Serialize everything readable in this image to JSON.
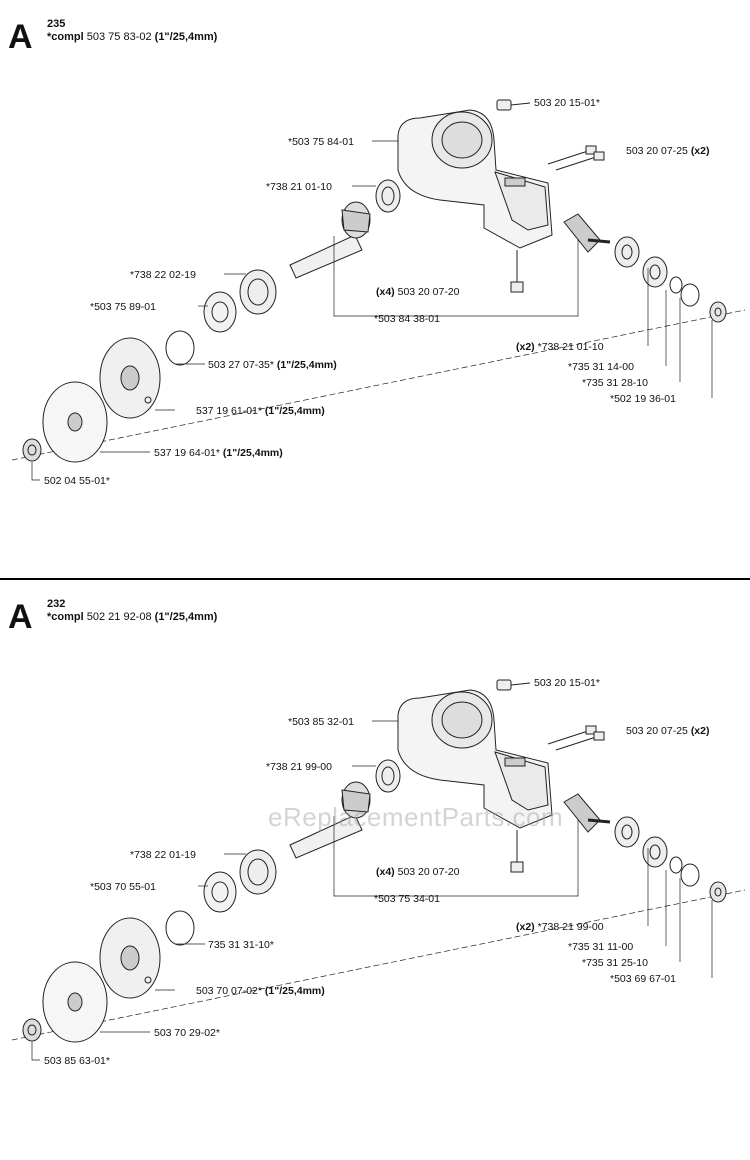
{
  "sections": [
    {
      "letter": "A",
      "model": "235",
      "compl_prefix": "*compl",
      "compl_number": "503 75 83-02",
      "compl_size": "(1\"/25,4mm)",
      "labels": {
        "bolt_top": "503 20 15-01*",
        "housing": "*503 75 84-01",
        "screws": "503 20 07-25",
        "screws_qty": "(x2)",
        "bearing_small": "*738 21 01-10",
        "seal": "*738 22 02-19",
        "washer": "*503 75 89-01",
        "bottom_screw_qty": "(x4)",
        "bottom_screw": "503 20 07-20",
        "gears": "*503 84 38-01",
        "bearings_qty": "(x2)",
        "bearings": "*738 21 01-10",
        "ring_small": "*735 31 14-00",
        "circlip": "*735 31 28-10",
        "end_cap": "*502 19 36-01",
        "spring_ring": "503 27 07-35*",
        "spring_ring_size": "(1\"/25,4mm)",
        "support_cup": "537 19 61-01*",
        "support_cup_size": "(1\"/25,4mm)",
        "blade_flange": "537 19 64-01*",
        "blade_flange_size": "(1\"/25,4mm)",
        "nut": "502 04 55-01*"
      }
    },
    {
      "letter": "A",
      "model": "232",
      "compl_prefix": "*compl",
      "compl_number": "502 21 92-08",
      "compl_size": "(1\"/25,4mm)",
      "labels": {
        "bolt_top": "503 20 15-01*",
        "housing": "*503 85 32-01",
        "screws": "503 20 07-25",
        "screws_qty": "(x2)",
        "bearing_small": "*738 21 99-00",
        "seal": "*738 22 01-19",
        "washer": "*503 70 55-01",
        "bottom_screw_qty": "(x4)",
        "bottom_screw": "503 20 07-20",
        "gears": "*503 75 34-01",
        "bearings_qty": "(x2)",
        "bearings": "*738 21 99-00",
        "ring_small": "*735 31 11-00",
        "circlip": "*735 31 25-10",
        "end_cap": "*503 69 67-01",
        "spring_ring": "735 31 31-10*",
        "spring_ring_size": "",
        "support_cup": "503 70 07-02*",
        "support_cup_size": "(1\"/25,4mm)",
        "blade_flange": "503 70 29-02*",
        "blade_flange_size": "",
        "nut": "503 85 63-01*"
      }
    }
  ],
  "watermark": "eReplacementParts.com"
}
